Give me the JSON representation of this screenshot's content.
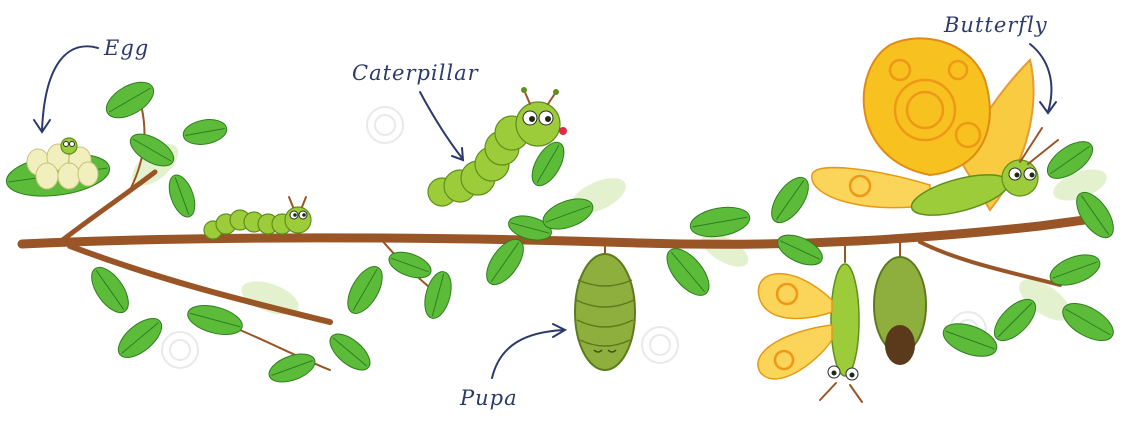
{
  "labels": {
    "egg": "Egg",
    "caterpillar": "Caterpillar",
    "pupa": "Pupa",
    "butterfly": "Butterfly"
  },
  "colors": {
    "branch": "#9a5526",
    "leaf": "#5dbb3a",
    "caterpillar": "#9ccc3a",
    "pupa": "#8eae3d",
    "butterfly_wing": "#f7c21f",
    "egg": "#f1efbd",
    "label_ink": "#2c3a6b"
  }
}
